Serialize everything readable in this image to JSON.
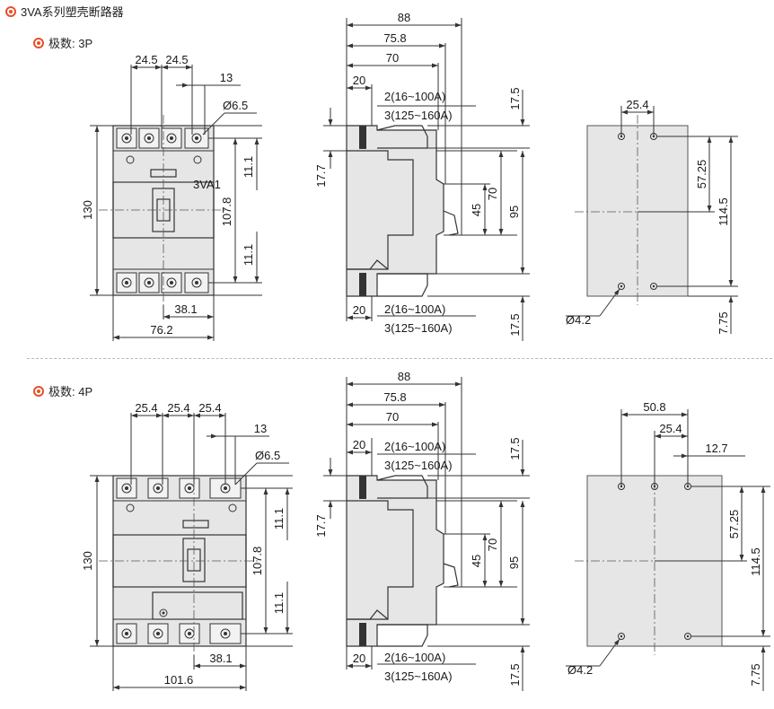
{
  "title": "3VA系列塑壳断路器",
  "sections": [
    {
      "pole_label": "极数: 3P",
      "front": {
        "d_pitch1": "24.5",
        "d_pitch2": "24.5",
        "d_13": "13",
        "d_hole": "Ø6.5",
        "d_height": "130",
        "d_inner": "107.8",
        "d_top_off": "11.1",
        "d_bot_off": "11.1",
        "d_center": "38.1",
        "d_width": "76.2",
        "brand": "3VA1"
      },
      "side": {
        "d_88": "88",
        "d_758": "75.8",
        "d_70": "70",
        "d_20_top": "20",
        "d_top_a1": "2(16~100A)",
        "d_top_a2": "3(125~160A)",
        "d_175_top": "17.5",
        "d_177": "17.7",
        "d_70_v": "70",
        "d_45": "45",
        "d_95": "95",
        "d_20_bot": "20",
        "d_bot_a1": "2(16~100A)",
        "d_bot_a2": "3(125~160A)",
        "d_175_bot": "17.5"
      },
      "mount": {
        "d_pitch": "25.4",
        "d_5725": "57.25",
        "d_1145": "114.5",
        "d_hole": "Ø4.2",
        "d_775": "7.75"
      }
    },
    {
      "pole_label": "极数: 4P",
      "front": {
        "d_pitch1": "25.4",
        "d_pitch2": "25.4",
        "d_pitch3": "25.4",
        "d_13": "13",
        "d_hole": "Ø6.5",
        "d_height": "130",
        "d_inner": "107.8",
        "d_top_off": "11.1",
        "d_bot_off": "11.1",
        "d_center": "38.1",
        "d_width": "101.6"
      },
      "side": {
        "d_88": "88",
        "d_758": "75.8",
        "d_70": "70",
        "d_20_top": "20",
        "d_top_a1": "2(16~100A)",
        "d_top_a2": "3(125~160A)",
        "d_175_top": "17.5",
        "d_177": "17.7",
        "d_70_v": "70",
        "d_45": "45",
        "d_95": "95",
        "d_20_bot": "20",
        "d_bot_a1": "2(16~100A)",
        "d_bot_a2": "3(125~160A)",
        "d_175_bot": "17.5"
      },
      "mount": {
        "d_508": "50.8",
        "d_254": "25.4",
        "d_127": "12.7",
        "d_5725": "57.25",
        "d_1145": "114.5",
        "d_hole": "Ø4.2",
        "d_775": "7.75"
      }
    }
  ],
  "colors": {
    "accent": "#e8502a",
    "body_fill": "#e6e6e6",
    "line": "#333333"
  }
}
